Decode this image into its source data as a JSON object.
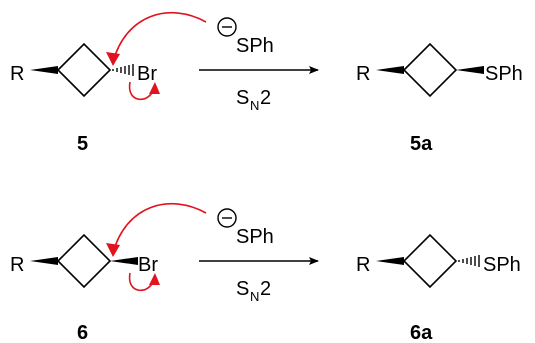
{
  "reactions": [
    {
      "id": "top",
      "substrate": {
        "r_label": "R",
        "leaving_group": "Br",
        "compound_label": "5"
      },
      "nucleophile": {
        "charge": "−",
        "label": "SPh"
      },
      "conditions": {
        "main": "S",
        "subscript": "N",
        "suffix": "2"
      },
      "product": {
        "r_label": "R",
        "substituent": "SPh",
        "compound_label": "5a"
      }
    },
    {
      "id": "bottom",
      "substrate": {
        "r_label": "R",
        "leaving_group": "Br",
        "compound_label": "6"
      },
      "nucleophile": {
        "charge": "−",
        "label": "SPh"
      },
      "conditions": {
        "main": "S",
        "subscript": "N",
        "suffix": "2"
      },
      "product": {
        "r_label": "R",
        "substituent": "SPh",
        "compound_label": "6a"
      }
    }
  ],
  "colors": {
    "arrow_pushing": "#e0141e",
    "text": "#000000"
  }
}
